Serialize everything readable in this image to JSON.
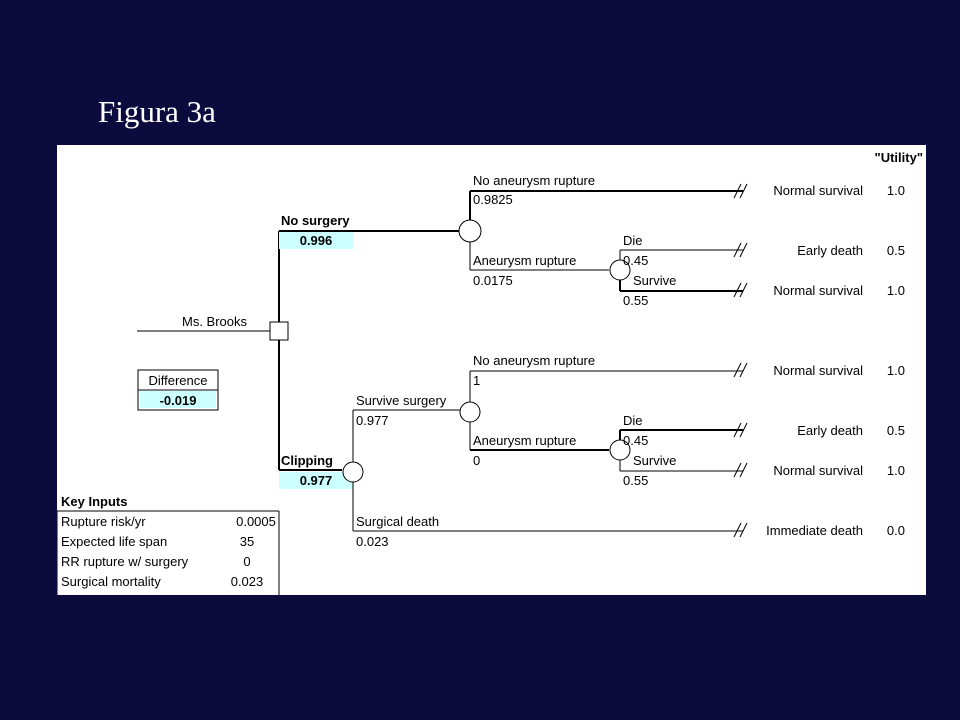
{
  "slide": {
    "title": "Figura 3a"
  },
  "colors": {
    "background": "#0b0b3e",
    "panel": "#ffffff",
    "highlight": "#ccffff",
    "line": "#000000"
  },
  "tree": {
    "root_label": "Ms. Brooks",
    "utility_header": "\"Utility\"",
    "difference": {
      "label": "Difference",
      "value": "-0.019"
    },
    "no_surgery": {
      "label": "No surgery",
      "value": "0.996",
      "no_rupture": {
        "label": "No aneurysm rupture",
        "prob": "0.9825",
        "outcome": "Normal survival",
        "utility": "1.0"
      },
      "rupture": {
        "label": "Aneurysm rupture",
        "prob": "0.0175",
        "die": {
          "label": "Die",
          "prob": "0.45",
          "outcome": "Early death",
          "utility": "0.5"
        },
        "survive": {
          "label": "Survive",
          "prob": "0.55",
          "outcome": "Normal survival",
          "utility": "1.0"
        }
      }
    },
    "clipping": {
      "label": "Clipping",
      "value": "0.977",
      "survive_surgery": {
        "label": "Survive surgery",
        "prob": "0.977",
        "no_rupture": {
          "label": "No aneurysm rupture",
          "prob": "1",
          "outcome": "Normal survival",
          "utility": "1.0"
        },
        "rupture": {
          "label": "Aneurysm rupture",
          "prob": "0",
          "die": {
            "label": "Die",
            "prob": "0.45",
            "outcome": "Early death",
            "utility": "0.5"
          },
          "survive": {
            "label": "Survive",
            "prob": "0.55",
            "outcome": "Normal survival",
            "utility": "1.0"
          }
        }
      },
      "surgical_death": {
        "label": "Surgical death",
        "prob": "0.023",
        "outcome": "Immediate death",
        "utility": "0.0"
      }
    }
  },
  "key_inputs": {
    "title": "Key Inputs",
    "rows": [
      {
        "label": "Rupture risk/yr",
        "value": "0.0005"
      },
      {
        "label": "Expected life span",
        "value": "35"
      },
      {
        "label": "RR rupture w/ surgery",
        "value": "0"
      },
      {
        "label": "Surgical mortality",
        "value": "0.023"
      }
    ]
  }
}
